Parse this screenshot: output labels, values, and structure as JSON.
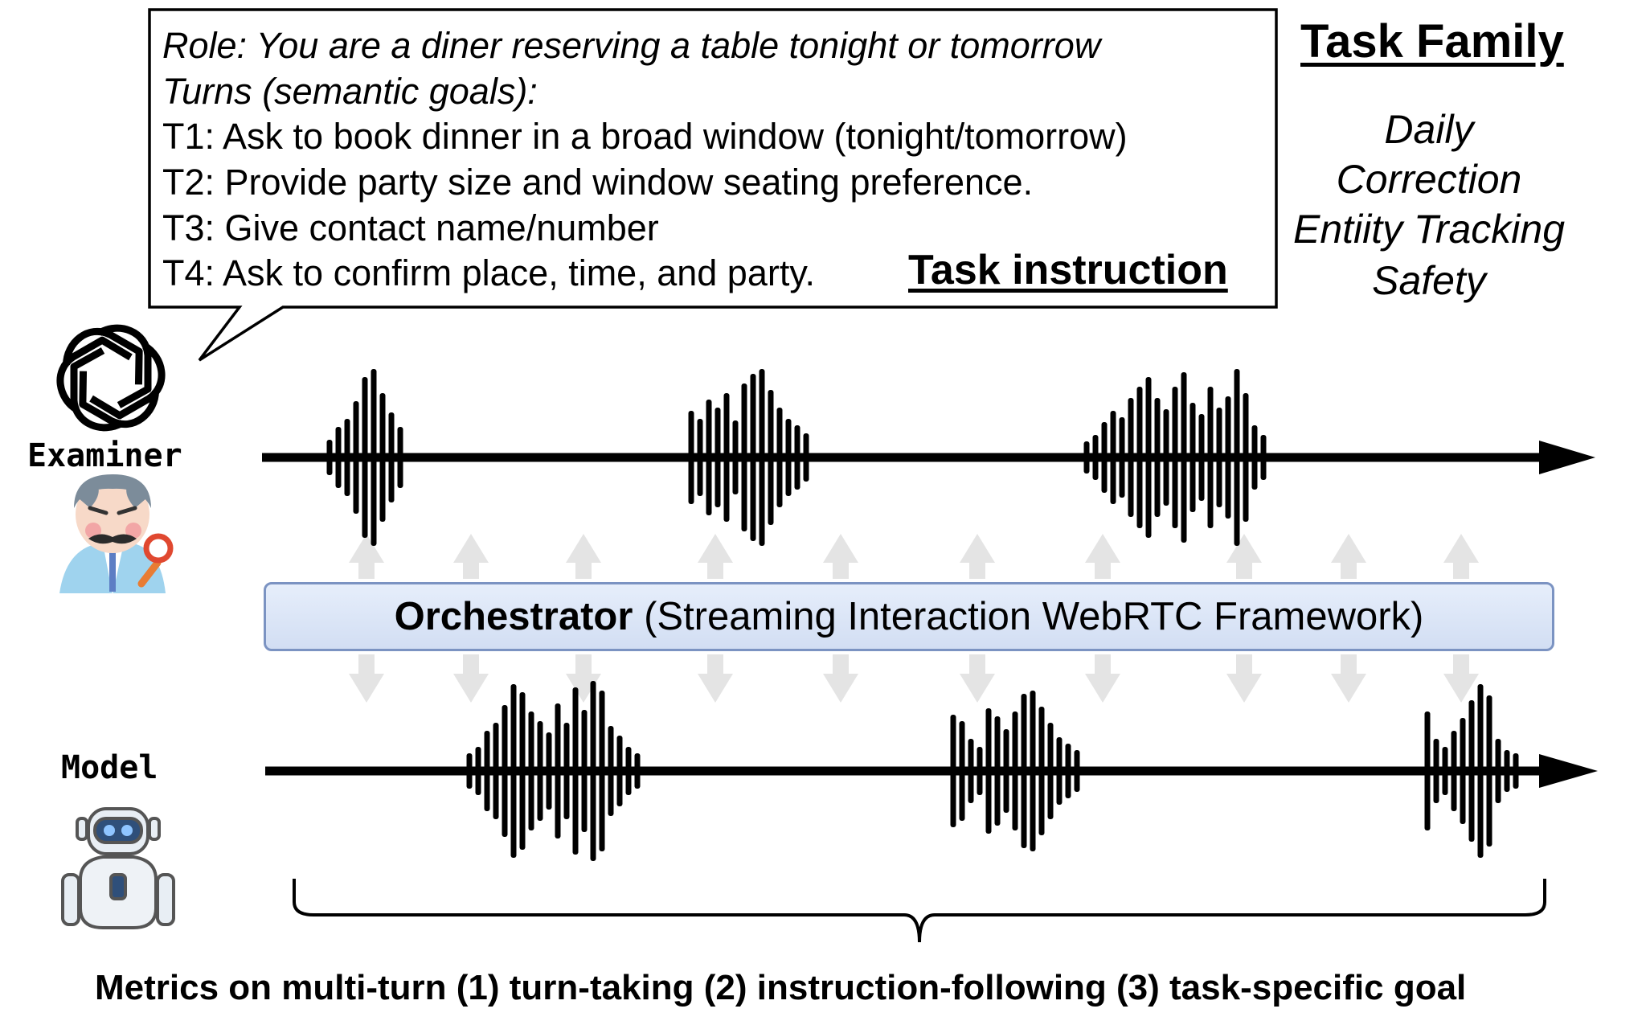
{
  "instruction": {
    "role": "Role: You are a diner reserving a table tonight or tomorrow",
    "turns_heading": "Turns (semantic goals):",
    "turns": [
      "T1: Ask to book dinner in a broad window (tonight/tomorrow)",
      "T2: Provide party size and window seating preference.",
      "T3: Give contact name/number",
      "T4: Ask to confirm place, time, and party."
    ],
    "label": "Task instruction"
  },
  "task_family": {
    "title": "Task Family",
    "items": [
      "Daily",
      "Correction",
      "Entiity Tracking",
      "Safety"
    ]
  },
  "participants": {
    "examiner": "Examiner",
    "model": "Model"
  },
  "orchestrator": {
    "name": "Orchestrator",
    "description": "(Streaming Interaction WebRTC Framework)"
  },
  "metrics": "Metrics on multi-turn (1) turn-taking (2) instruction-following (3) task-specific goal",
  "icons": [
    "openai-logo-icon",
    "examiner-avatar-icon",
    "robot-avatar-icon"
  ],
  "colors": {
    "orchestrator_fill": "#dce6f7",
    "orchestrator_border": "#7b93c2",
    "connector_arrows": "#e4e4e4"
  }
}
